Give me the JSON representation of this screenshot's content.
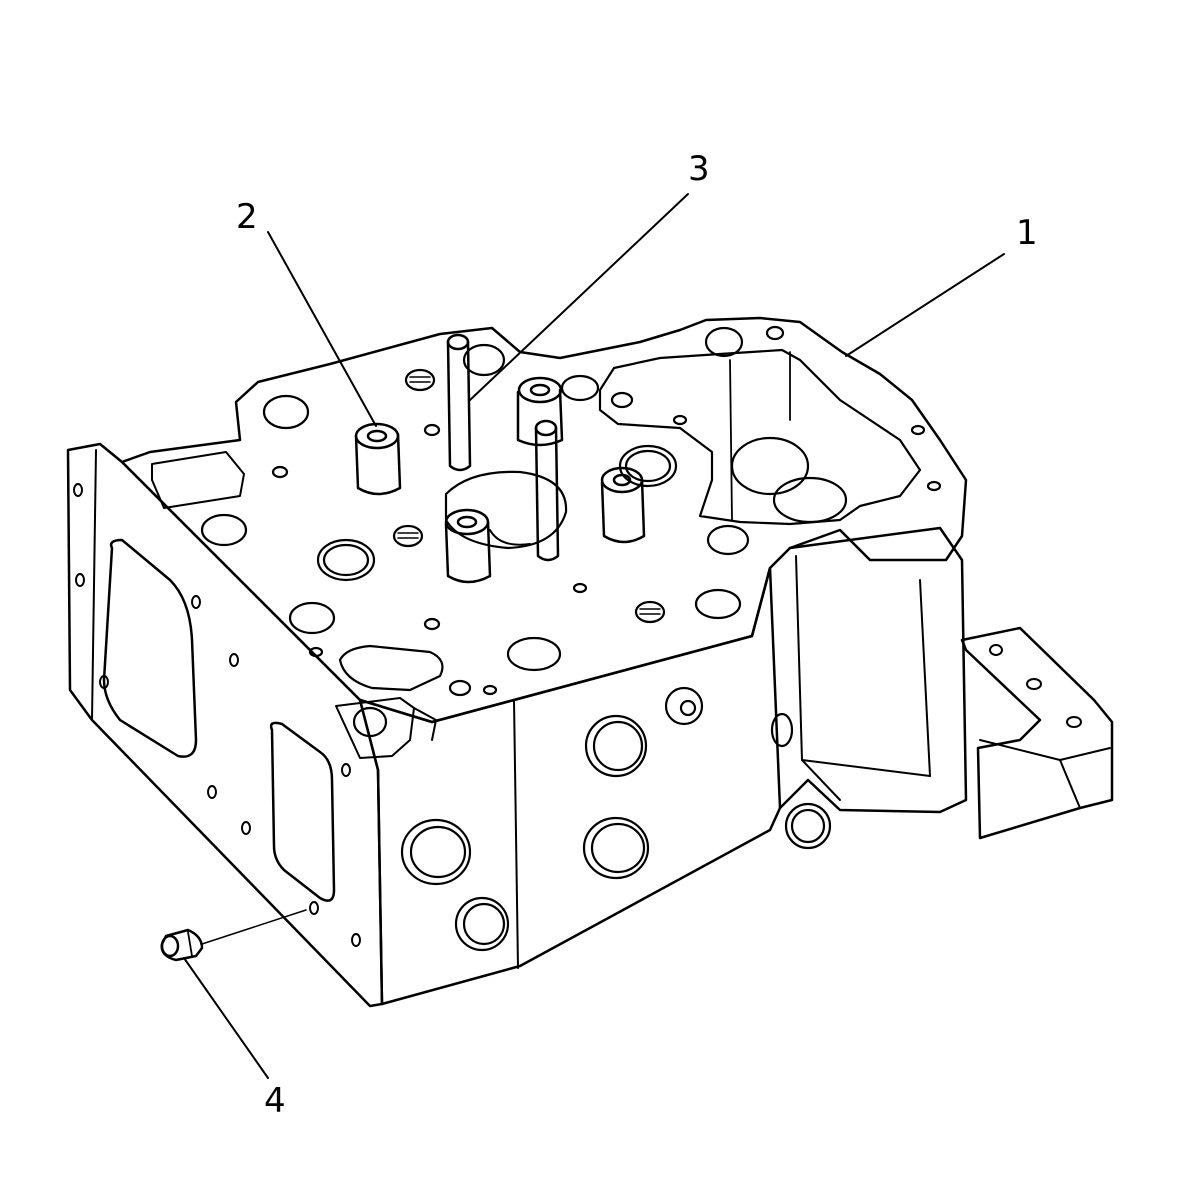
{
  "diagram": {
    "callouts": [
      {
        "id": "1",
        "label": "1"
      },
      {
        "id": "2",
        "label": "2"
      },
      {
        "id": "3",
        "label": "3"
      },
      {
        "id": "4",
        "label": "4"
      }
    ],
    "stroke_color": "#000000",
    "background": "#ffffff"
  }
}
